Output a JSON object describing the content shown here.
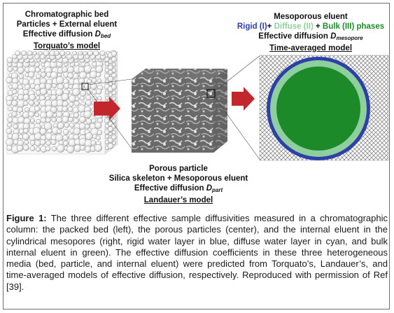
{
  "left_label": {
    "line1": "Chromatographic bed",
    "line2": "Particles + External eluent",
    "line3_prefix": "Effective diffusion ",
    "line3_symbol": "D",
    "line3_sub": "bed",
    "line4": "Torquato’s model"
  },
  "right_label": {
    "line1": "Mesoporous eluent",
    "rigid": "Rigid (I)",
    "plus1": "+ ",
    "diffuse": "Diffuse (II)",
    "plus2": " + ",
    "bulk": "Bulk (III)",
    "phases": " phases",
    "line3_prefix": "Effective diffusion ",
    "line3_symbol": "D",
    "line3_sub": "mesopore",
    "line4": "Time-averaged model"
  },
  "center_label": {
    "line1": "Porous particle",
    "line2": "Silica skeleton + Mesoporous eluent",
    "line3_prefix": "Effective diffusion ",
    "line3_symbol": "D",
    "line3_sub": "part",
    "line4": "Landauer’s model"
  },
  "caption": {
    "figure_label": "Figure 1:",
    "text": " The three different effective sample diffusivities measured in a chromatographic column: the packed bed (left), the porous particles (center), and the internal eluent in the cylindrical mesopores (right, rigid water layer in blue, diffuse water layer in cyan, and bulk internal eluent in green). The effective diffusion coefficients in these three heterogeneous media (bed, particle, and internal eluent) were predicted from Torquato’s, Landauer’s, and time-averaged models of effective diffusion, respectively. Reproduced with permission of Ref [39]."
  },
  "colors": {
    "arrow": "#c2272d",
    "rigid_layer": "#2d3fa8",
    "diffuse_layer": "#8fcf9d",
    "bulk_eluent": "#1d8a2a",
    "skeleton": "#5c5c5c"
  }
}
